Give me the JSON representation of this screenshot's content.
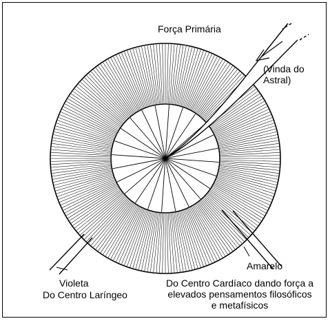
{
  "labels": {
    "primary_force": "Força Primária",
    "from_astral": "(Vinda do Astral)",
    "violet": "Violeta",
    "from_throat": "Do Centro Laríngeo",
    "yellow": "Amarelo",
    "from_heart": "Do Centro Cardíaco dando força a elevados pensamentos filosóficos e metafísicos"
  }
}
